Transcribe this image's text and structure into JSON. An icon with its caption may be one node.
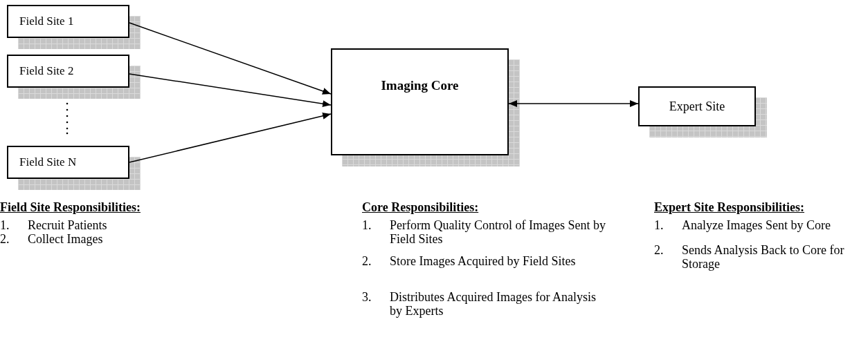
{
  "diagram": {
    "nodes": [
      {
        "text": [
          "Field Site 1"
        ]
      },
      {
        "text": [
          "Field Site 2"
        ]
      },
      {
        "text": [
          "Field Site N"
        ]
      },
      {
        "text": [
          "Imaging Core"
        ]
      },
      {
        "text": [
          "Expert Site"
        ]
      }
    ],
    "edges": [
      {
        "from": 0,
        "to": 3,
        "arrow": "to"
      },
      {
        "from": 1,
        "to": 3,
        "arrow": "to"
      },
      {
        "from": 2,
        "to": 3,
        "arrow": "to"
      },
      {
        "from": 3,
        "to": 4,
        "arrow": "both"
      }
    ],
    "labels": [
      "Field Site Responsibilities:",
      "1.",
      "Recruit Patients",
      "2.",
      "Collect Images",
      "Core Responsibilities:",
      "1.",
      "Perform Quality Control of Images Sent by Field Sites",
      "2.",
      "Store Images Acquired by Field Sites",
      "3.",
      "Distributes Acquired Images for Analysis by Experts",
      "Expert Site Responsibilities:",
      "1.",
      "Analyze Images Sent by Core",
      "2.",
      "Sends Analysis Back to Core for Storage"
    ]
  }
}
